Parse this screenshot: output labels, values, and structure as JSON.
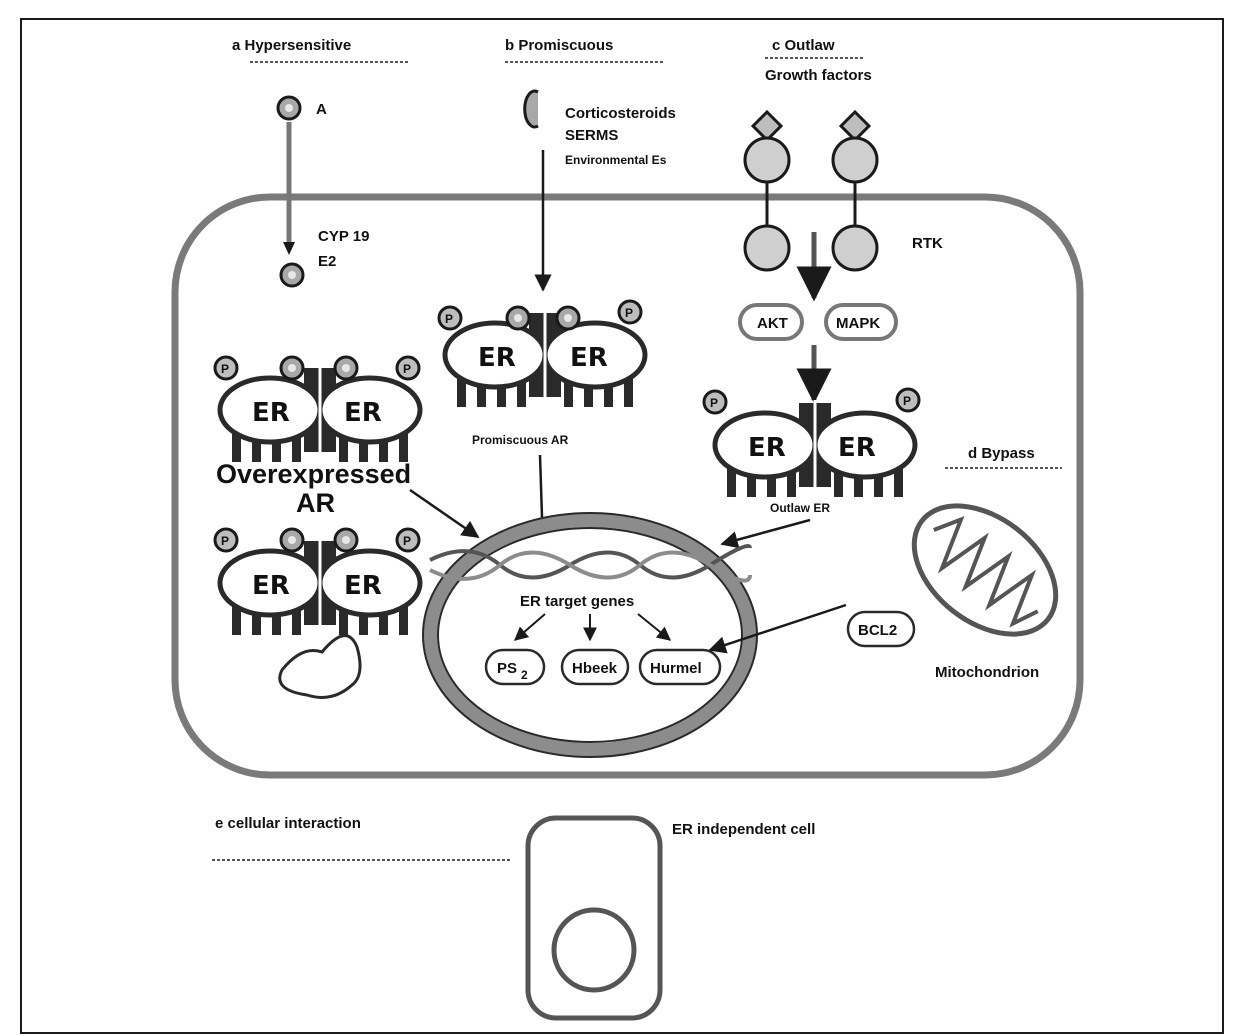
{
  "sections": {
    "a": "a Hypersensitive",
    "b": "b Promiscuous",
    "c": "c Outlaw",
    "d": "d Bypass",
    "e": "e cellular interaction"
  },
  "labels": {
    "ligand_a": "A",
    "cyp19": "CYP 19",
    "e2": "E2",
    "corticosteroids": "Corticosteroids",
    "serms": "SERMS",
    "environmental": "Environmental Es",
    "growth_factors": "Growth factors",
    "rtk": "RTK",
    "akt": "AKT",
    "mapk": "MAPK",
    "er": "ER",
    "p": "P",
    "promiscuous_ar": "Promiscuous AR",
    "overexpressed": "Overexpressed",
    "ar": "AR",
    "outlaw_er": "Outlaw ER",
    "target_genes": "ER target genes",
    "ps2": "PS",
    "ps2_sub": "2",
    "gene2": "Hbeek",
    "gene3": "Hurmel",
    "bcl2": "BCL2",
    "mitochondrion": "Mitochondrion",
    "er_independent": "ER independent cell"
  },
  "colors": {
    "membrane": "#7a7a7a",
    "nucleus_ring": "#8c8c8c",
    "receptor_fill": "#d0d0d0",
    "dark": "#2a2a2a"
  }
}
